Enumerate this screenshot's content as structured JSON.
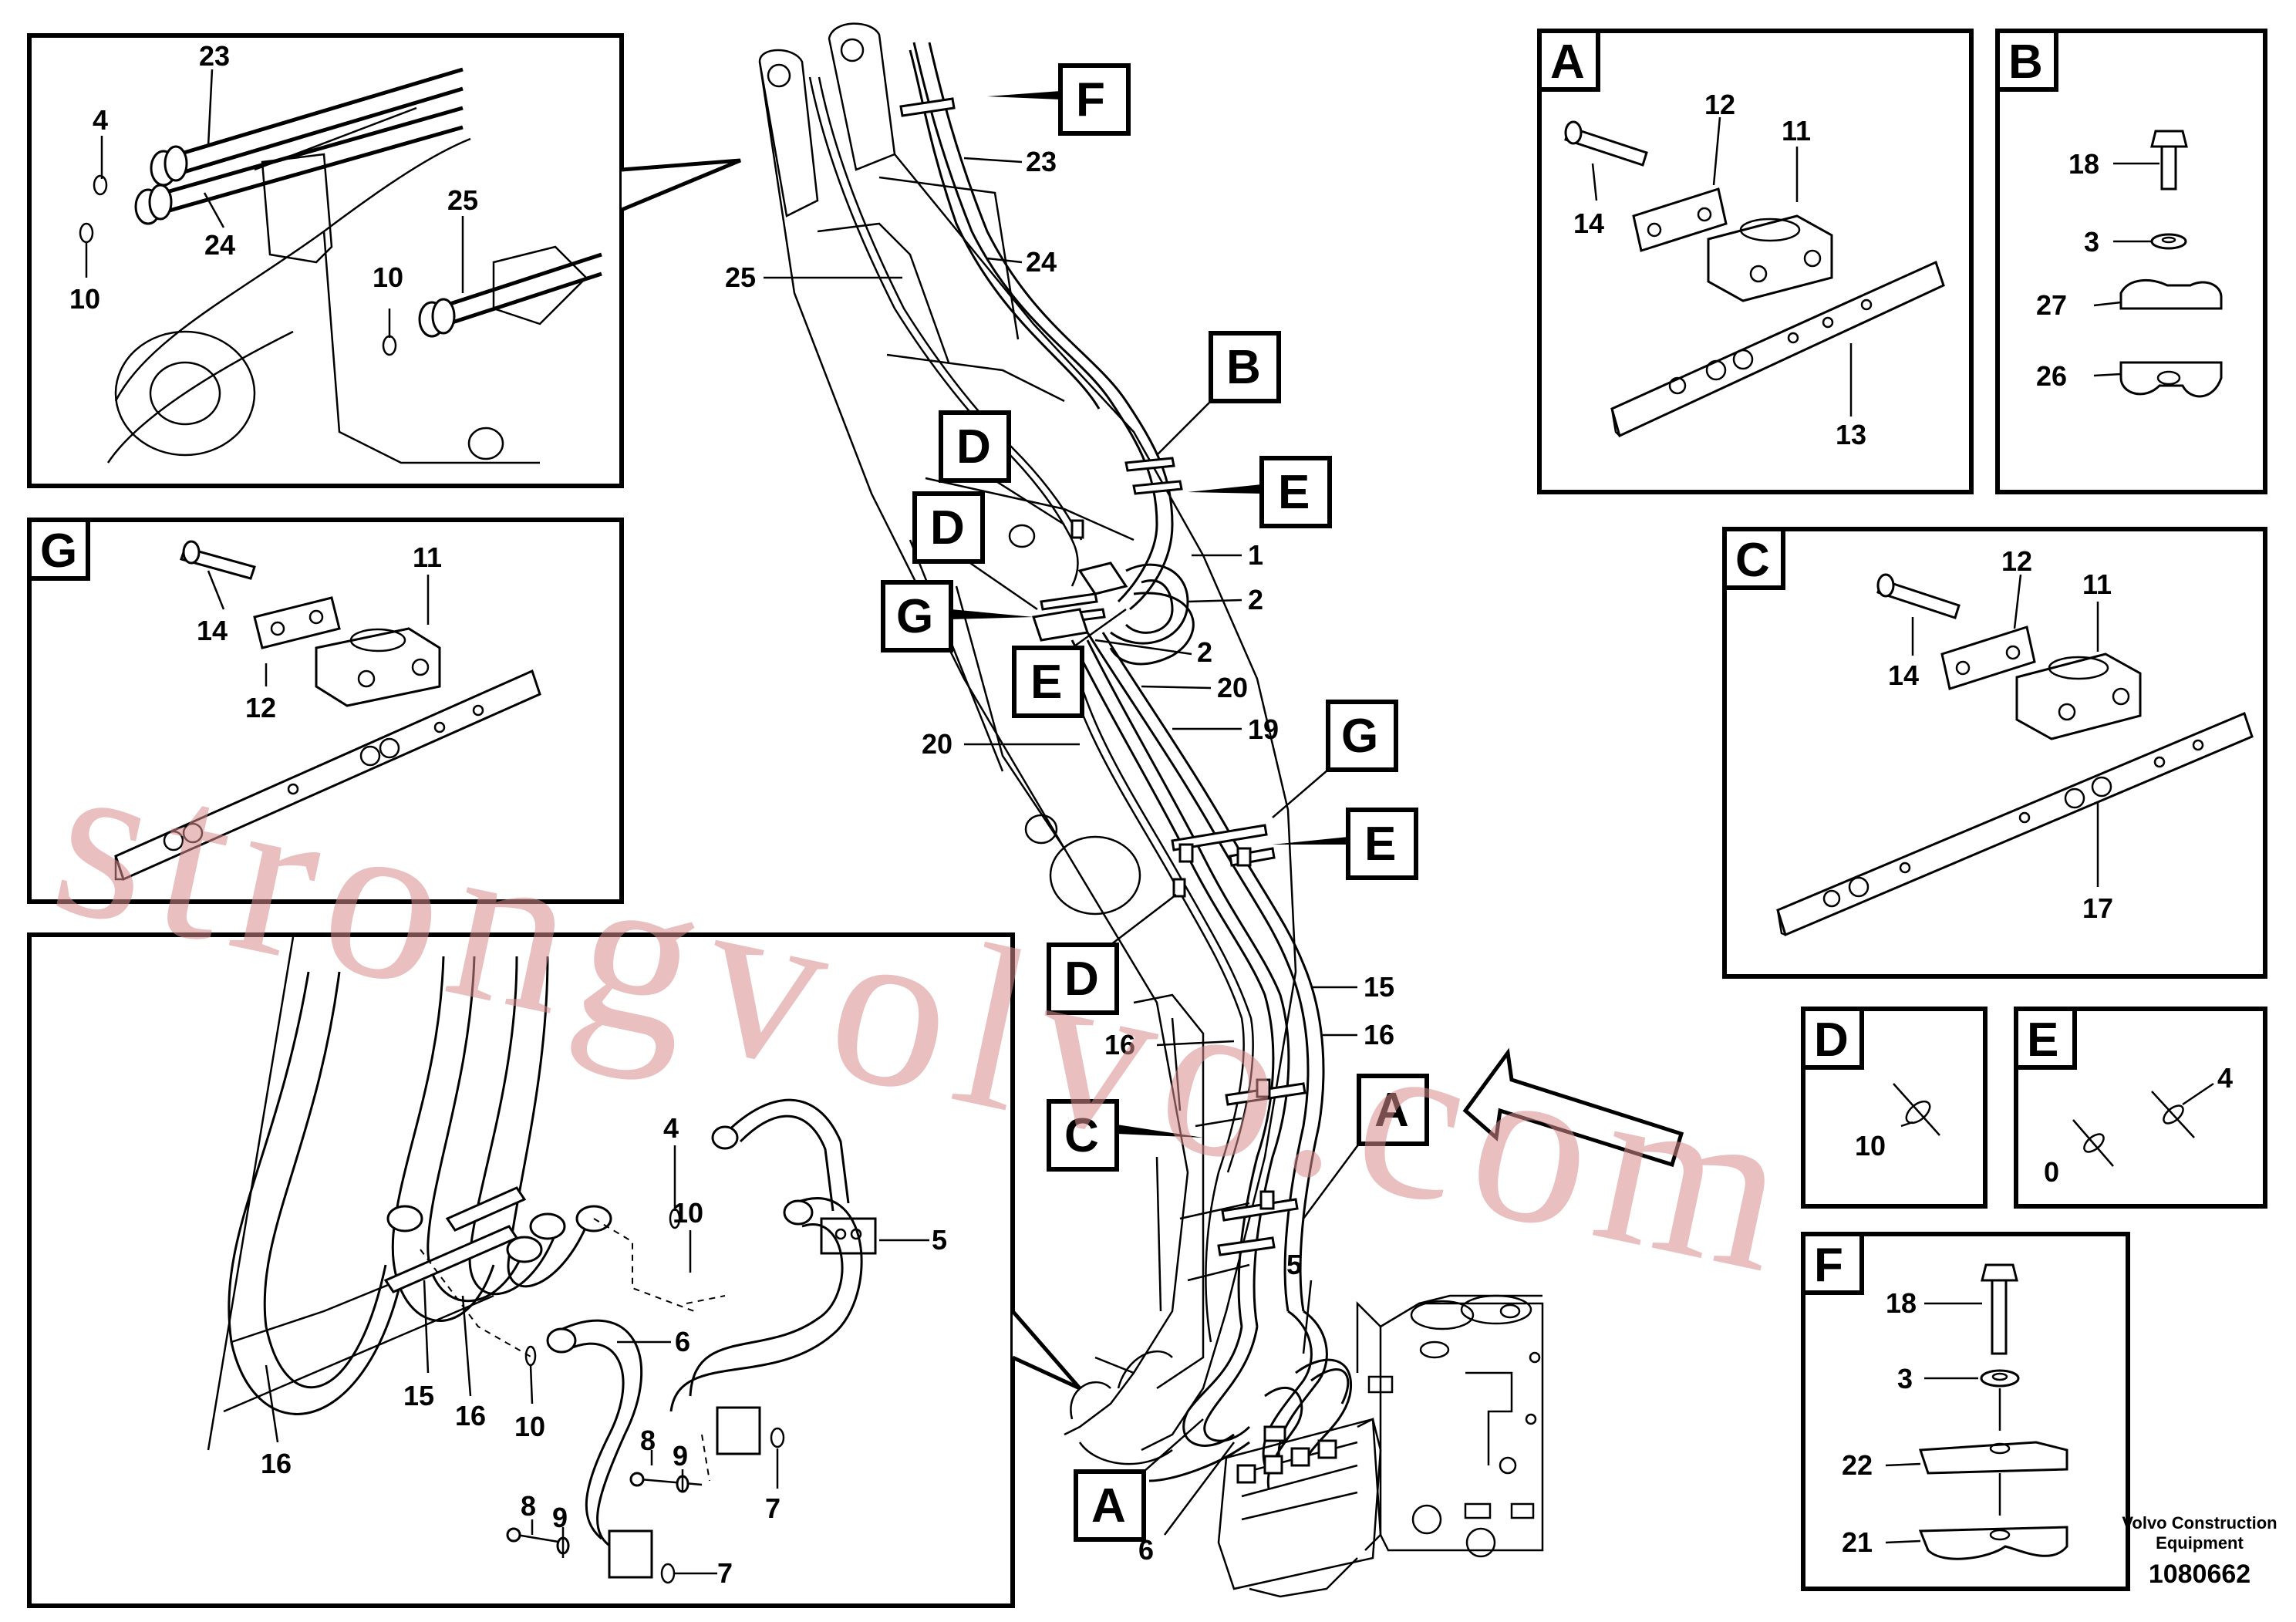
{
  "watermark": "strongvolvo.com",
  "footer": {
    "company_line1": "Volvo Construction",
    "company_line2": "Equipment",
    "drawing_number": "1080662"
  },
  "detail_letters": [
    "A",
    "B",
    "C",
    "D",
    "E",
    "F",
    "G"
  ],
  "main_callouts": {
    "F": "F",
    "B": "B",
    "E1": "E",
    "D1": "D",
    "D2": "D",
    "G1": "G",
    "E2": "E",
    "G2": "G",
    "E3": "E",
    "D3": "D",
    "C": "C",
    "A1": "A",
    "A2": "A",
    "n23": "23",
    "n24": "24",
    "n25": "25",
    "n1": "1",
    "n2a": "2",
    "n2b": "2",
    "n20a": "20",
    "n19": "19",
    "n20b": "20",
    "n15": "15",
    "n16": "16",
    "n16b": "16",
    "n5": "5",
    "n6": "6"
  },
  "panel_top_left": {
    "n23": "23",
    "n4": "4",
    "n24": "24",
    "n10a": "10",
    "n25": "25",
    "n10b": "10"
  },
  "panel_G": {
    "title": "G",
    "n11": "11",
    "n14": "14",
    "n12": "12"
  },
  "panel_bottom_left": {
    "n4": "4",
    "n10a": "10",
    "n5": "5",
    "n6": "6",
    "n15": "15",
    "n16a": "16",
    "n16b": "16",
    "n10b": "10",
    "n8a": "8",
    "n9a": "9",
    "n7a": "7",
    "n8b": "8",
    "n9b": "9",
    "n7b": "7"
  },
  "panel_A": {
    "title": "A",
    "n12": "12",
    "n11": "11",
    "n14": "14",
    "n13": "13"
  },
  "panel_B": {
    "title": "B",
    "n18": "18",
    "n3": "3",
    "n27": "27",
    "n26": "26"
  },
  "panel_C": {
    "title": "C",
    "n12": "12",
    "n11": "11",
    "n14": "14",
    "n17": "17"
  },
  "panel_D": {
    "title": "D",
    "n10": "10"
  },
  "panel_E": {
    "title": "E",
    "n4": "4",
    "n10": "0"
  },
  "panel_F": {
    "title": "F",
    "n18": "18",
    "n3": "3",
    "n22": "22",
    "n21": "21"
  }
}
